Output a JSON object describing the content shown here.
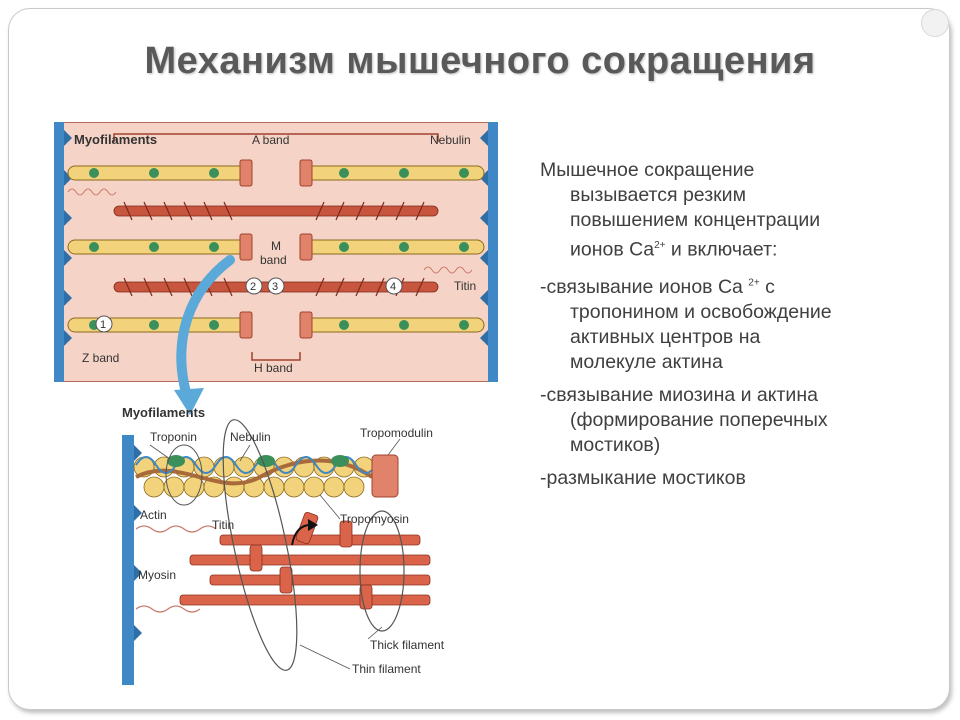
{
  "slide": {
    "title": "Механизм мышечного сокращения",
    "text": {
      "p1_l1": "Мышечное сокращение",
      "p1_l2": "вызывается резким",
      "p1_l3": "повышением концентрации",
      "p1_l4a": "ионов Ca",
      "p1_l4sup": "2+",
      "p1_l4b": " и включает:",
      "p2_l1a": "-связывание ионов Ca ",
      "p2_l1sup": "2+",
      "p2_l1b": " с",
      "p2_l2": "тропонином и освобождение",
      "p2_l3": "активных центров на",
      "p2_l4": "молекуле актина",
      "p3_l1": "-связывание миозина и актина",
      "p3_l2": "(формирование поперечных",
      "p3_l3": "мостиков)",
      "p4_l1": "-размыкание мостиков"
    }
  },
  "figure_top": {
    "myofilaments": "Myofilaments",
    "a_band": "A band",
    "nebulin": "Nebulin",
    "m_band_m": "M",
    "m_band_band": "band",
    "titin": "Titin",
    "z_band": "Z band",
    "h_band": "H band",
    "n1": "1",
    "n2": "2",
    "n3": "3",
    "n4": "4"
  },
  "figure_bottom": {
    "myofilaments": "Myofilaments",
    "troponin": "Troponin",
    "nebulin": "Nebulin",
    "tropomodulin": "Tropomodulin",
    "actin": "Actin",
    "titin": "Titin",
    "tropomyosin": "Tropomyosin",
    "myosin": "Myosin",
    "thick_filament": "Thick filament",
    "thin_filament": "Thin filament"
  },
  "colors": {
    "title": "#595959",
    "body": "#404040",
    "sarcomere_bg": "#f6d3c7",
    "z_band_blue": "#3f88c5",
    "actin_yellow": "#f2d27a",
    "myosin_red": "#c8553d",
    "tropomodulin": "#e0836a"
  }
}
